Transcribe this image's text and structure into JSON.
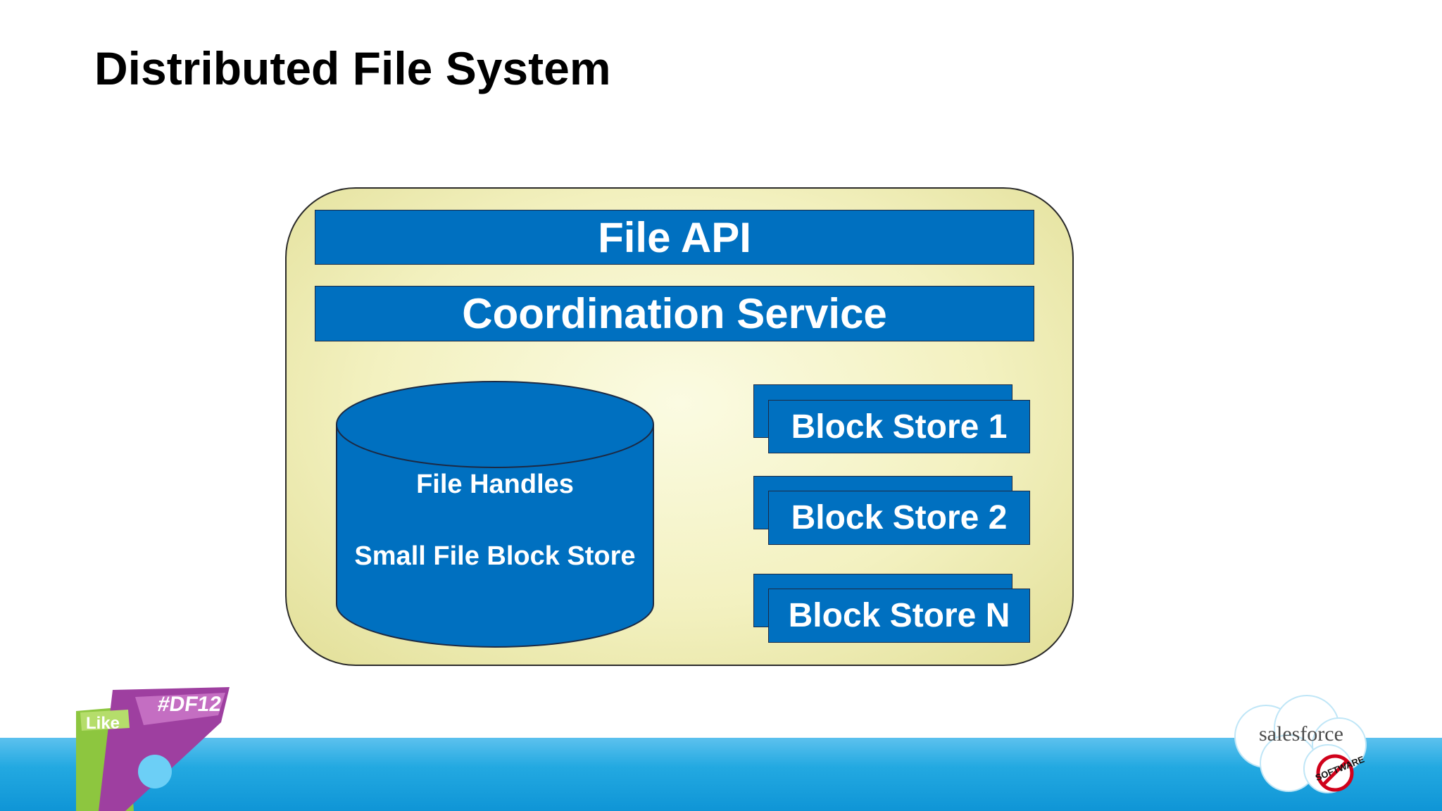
{
  "slide": {
    "title": "Distributed File System"
  },
  "diagram": {
    "file_api": "File API",
    "coordination_service": "Coordination Service",
    "cylinder": {
      "line1": "File Handles",
      "line2": "Small File Block Store"
    },
    "block_stores": [
      "Block Store 1",
      "Block Store 2",
      "Block Store N"
    ]
  },
  "branding": {
    "event_tag": "#DF12",
    "like_label": "Like",
    "company": "salesforce",
    "stamp": "SOFTWARE"
  },
  "colors": {
    "box_blue": "#0070c0",
    "container_fill": "#f3f1c0",
    "band_blue": "#23a9e1"
  }
}
